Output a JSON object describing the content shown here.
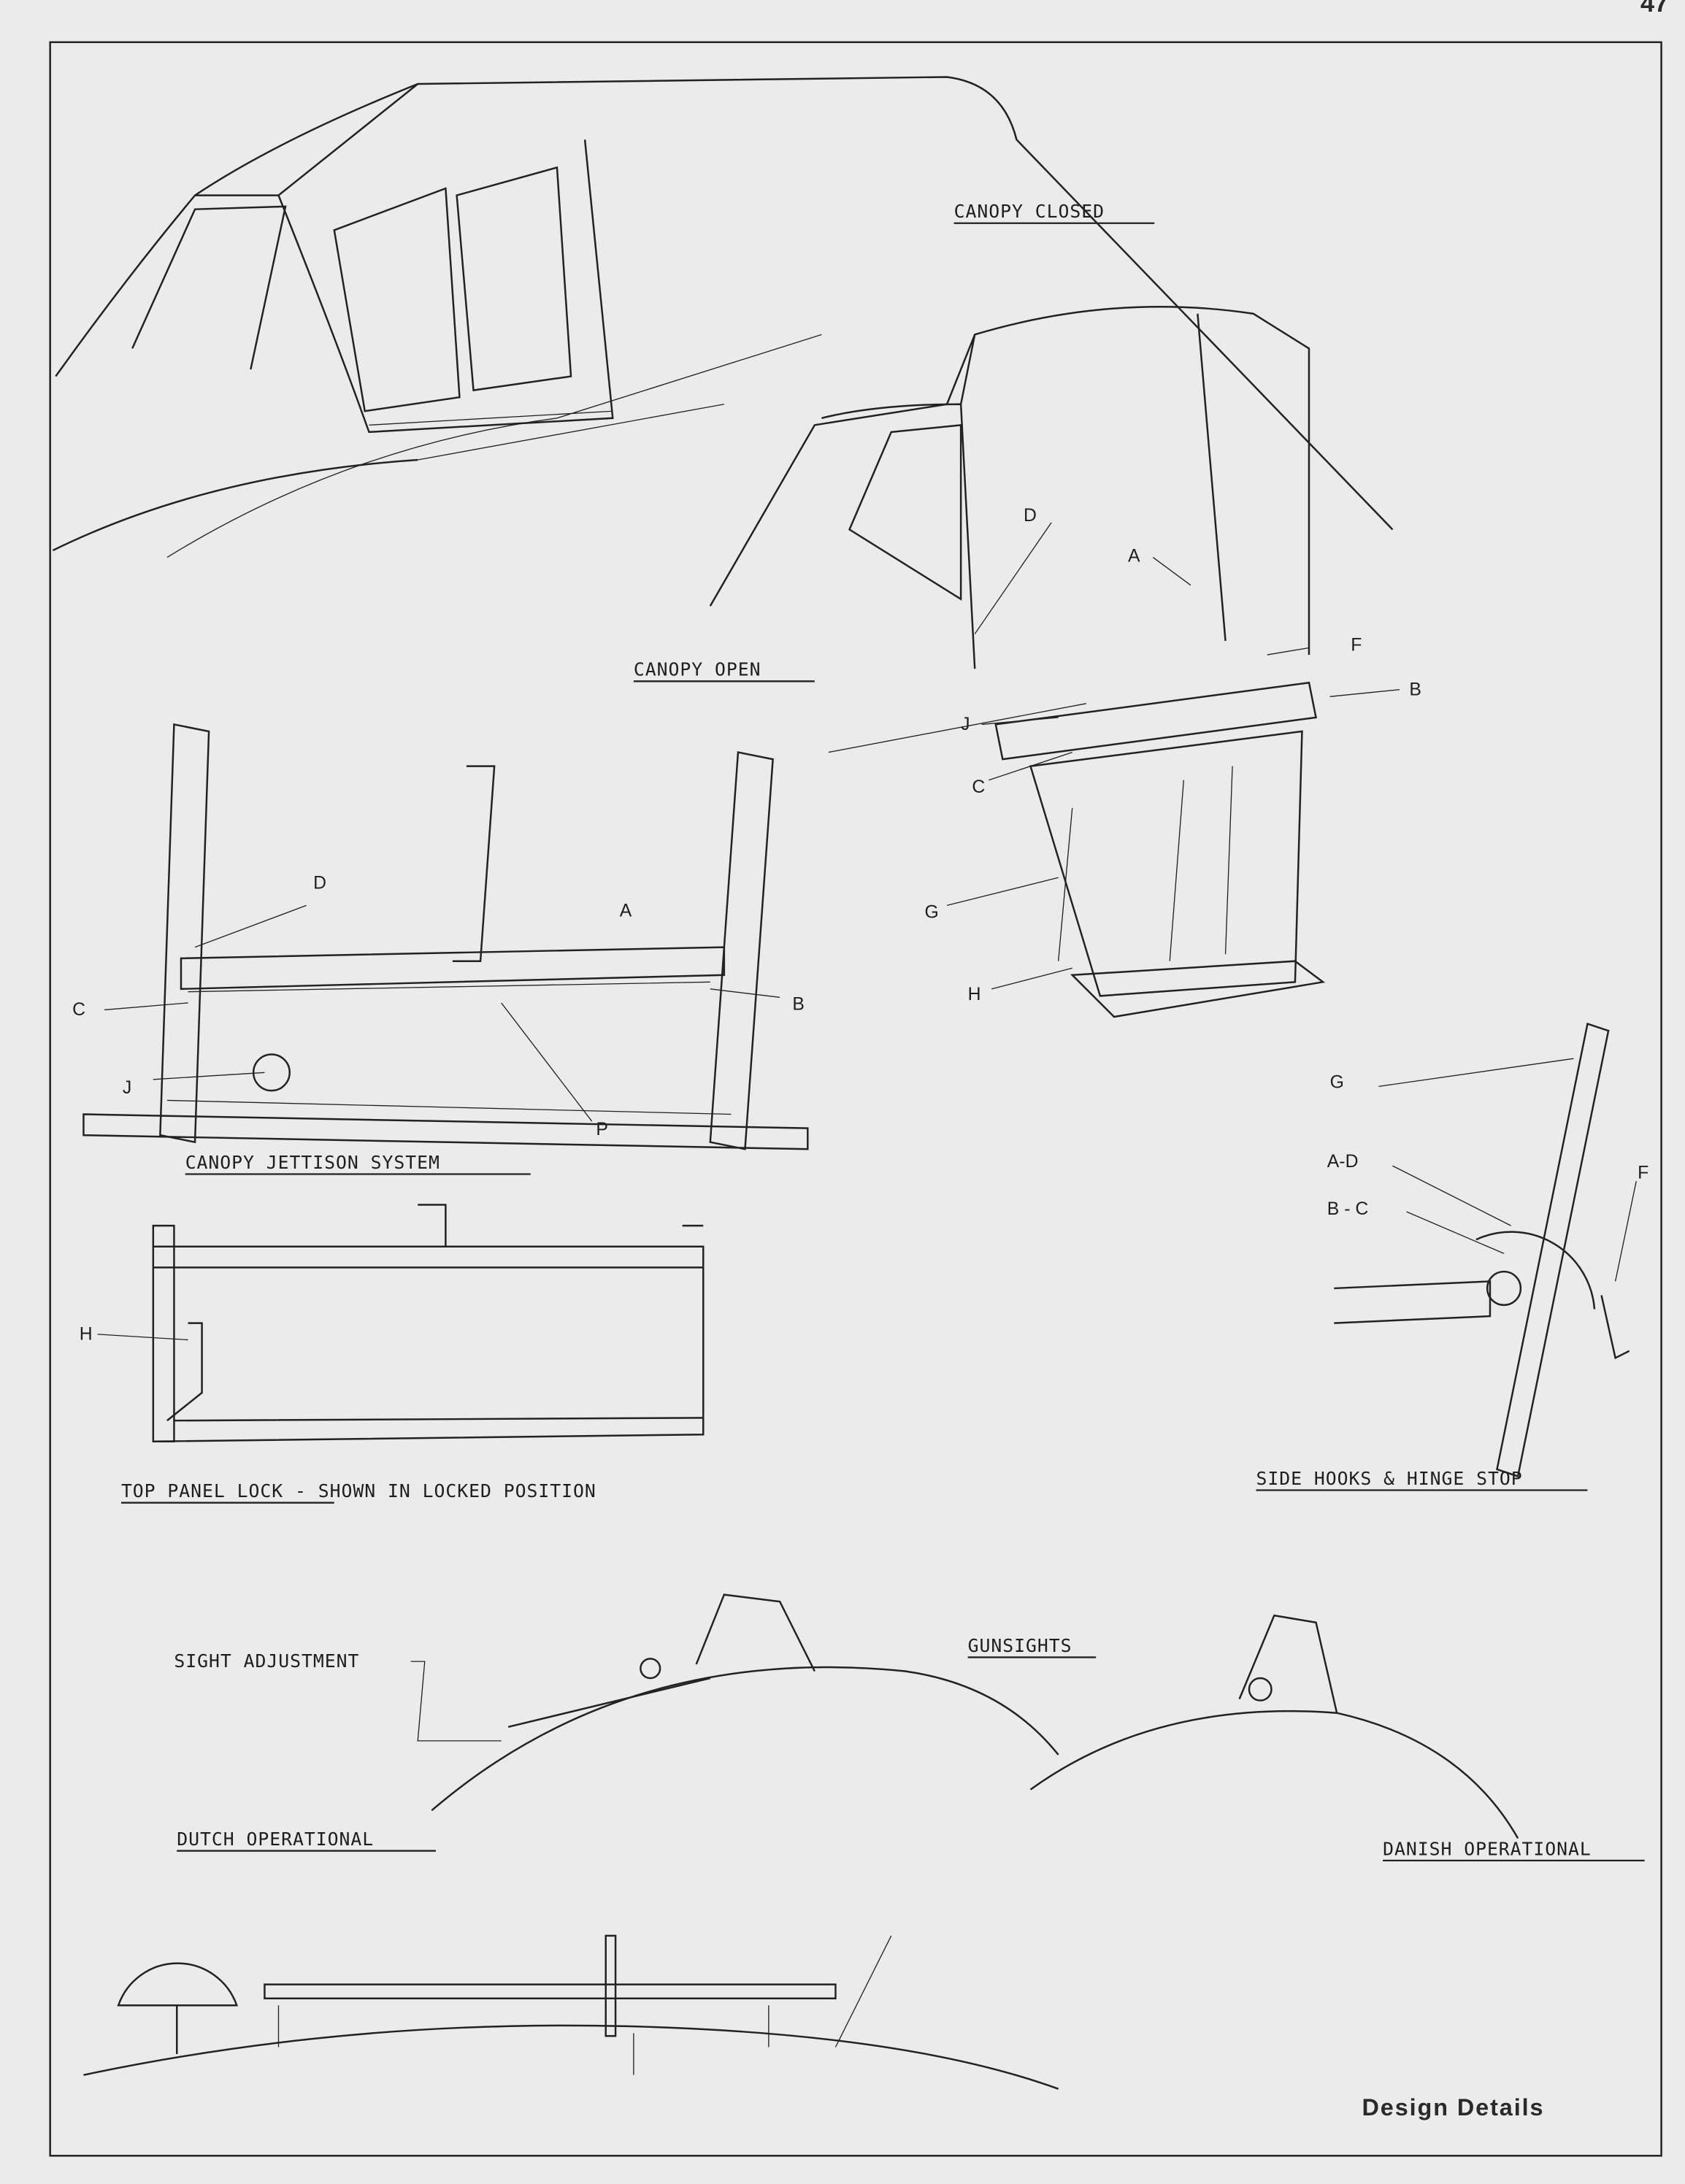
{
  "page_number": "47",
  "footer_title": "Design Details",
  "captions": {
    "canopy_closed": "CANOPY CLOSED",
    "canopy_open": "CANOPY OPEN",
    "canopy_jettison": "CANOPY JETTISON SYSTEM",
    "top_panel_lock": "TOP PANEL LOCK",
    "top_panel_lock_rest": "- SHOWN IN LOCKED POSITION",
    "side_hooks": "SIDE HOOKS & HINGE STOP",
    "sight_adjustment": "SIGHT ADJUSTMENT",
    "gunsights": "GUNSIGHTS",
    "dutch": "DUTCH OPERATIONAL",
    "danish": "DANISH OPERATIONAL"
  },
  "callouts": {
    "jettison": {
      "D": "D",
      "A": "A",
      "C": "C",
      "B": "B",
      "J": "J",
      "P": "P"
    },
    "open": {
      "D": "D",
      "A": "A",
      "F": "F",
      "B": "B",
      "J": "J",
      "C": "C",
      "G": "G",
      "H": "H"
    },
    "hooks": {
      "G": "G",
      "AD": "A-D",
      "BC": "B - C",
      "F": "F"
    },
    "lock": {
      "H": "H"
    }
  }
}
